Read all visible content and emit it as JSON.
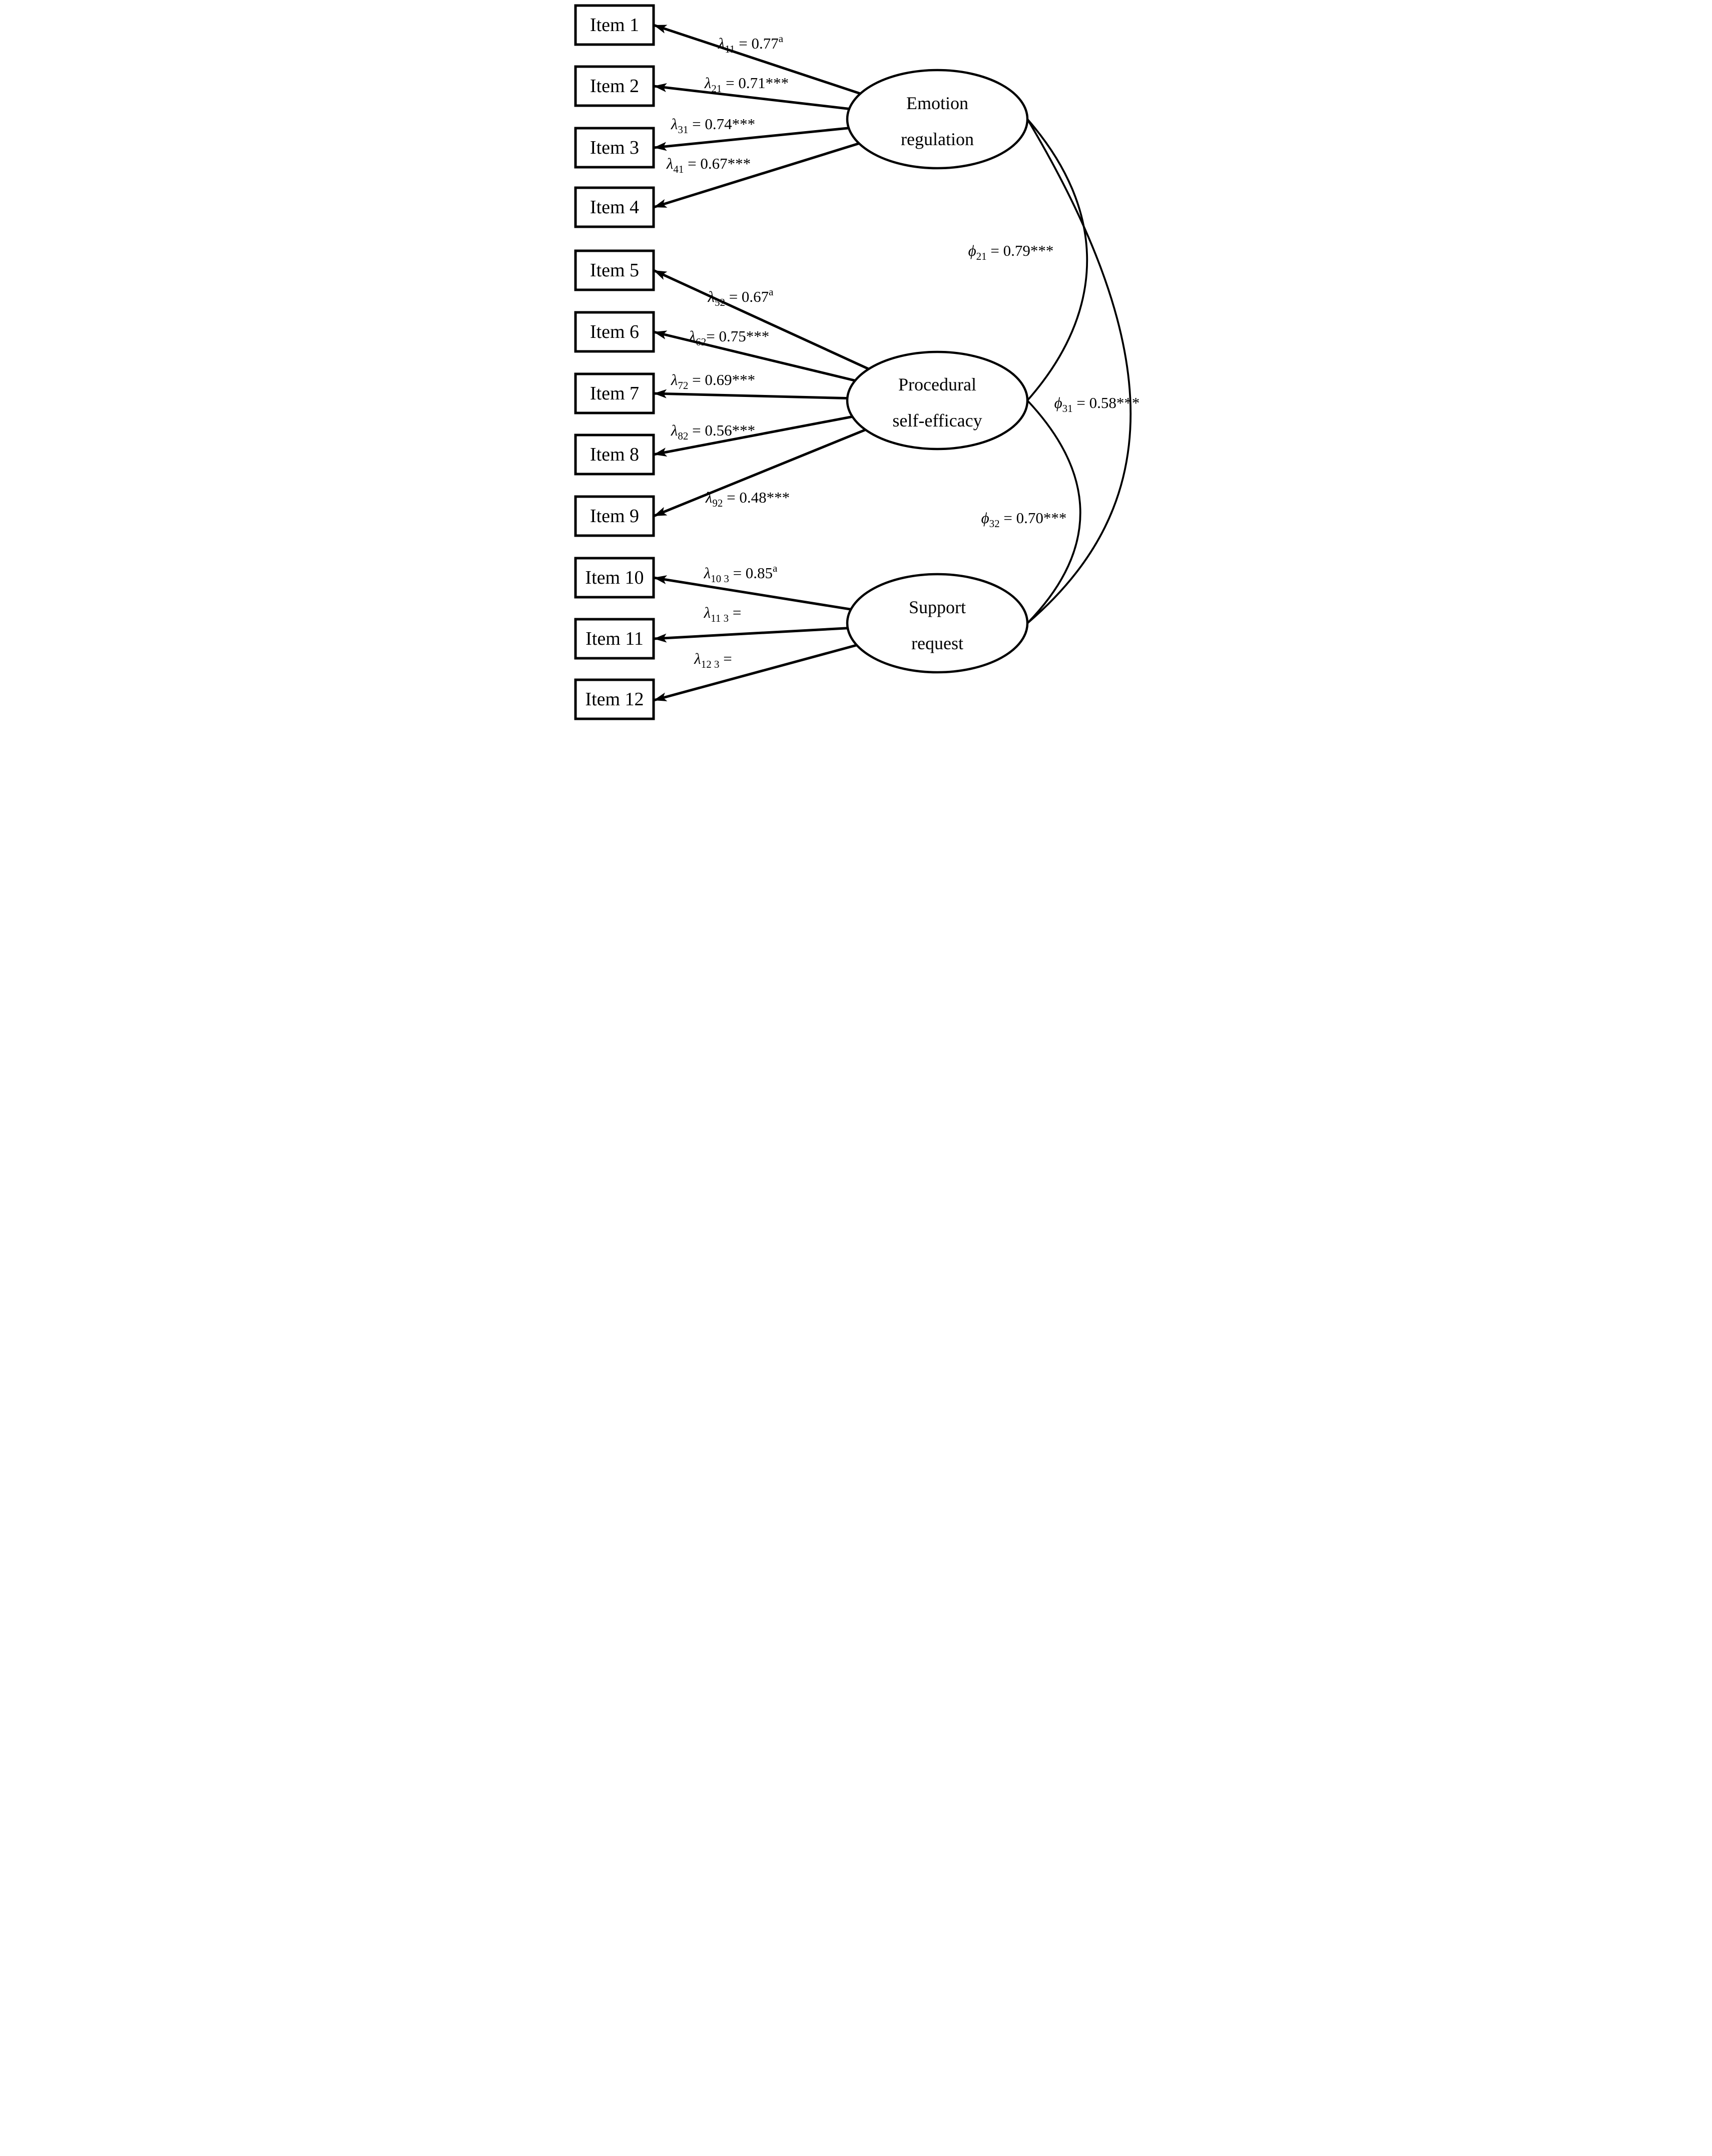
{
  "figure": {
    "type": "sem-path-diagram",
    "background": "#ffffff",
    "line_color": "#000000"
  },
  "items": [
    {
      "label": "Item 1"
    },
    {
      "label": "Item 2"
    },
    {
      "label": "Item 3"
    },
    {
      "label": "Item 4"
    },
    {
      "label": "Item 5"
    },
    {
      "label": "Item 6"
    },
    {
      "label": "Item 7"
    },
    {
      "label": "Item 8"
    },
    {
      "label": "Item 9"
    },
    {
      "label": "Item 10"
    },
    {
      "label": "Item 11"
    },
    {
      "label": "Item 12"
    }
  ],
  "factors": [
    {
      "name": "Emotion regulation",
      "line1": "Emotion",
      "line2": "regulation"
    },
    {
      "name": "Procedural self-efficacy",
      "line1": "Procedural",
      "line2": "self-efficacy"
    },
    {
      "name": "Support request",
      "line1": "Support",
      "line2": "request"
    }
  ],
  "loadings": [
    {
      "symbol": "λ",
      "sub": "11",
      "eq": " = 0.77",
      "sup": "a"
    },
    {
      "symbol": "λ",
      "sub": "21",
      "eq": " = 0.71***",
      "sup": ""
    },
    {
      "symbol": "λ",
      "sub": "31",
      "eq": " = 0.74***",
      "sup": ""
    },
    {
      "symbol": "λ",
      "sub": "41",
      "eq": " = 0.67***",
      "sup": ""
    },
    {
      "symbol": "λ",
      "sub": "52",
      "eq": " = 0.67",
      "sup": "a"
    },
    {
      "symbol": "λ",
      "sub": "62",
      "eq": "= 0.75***",
      "sup": ""
    },
    {
      "symbol": "λ",
      "sub": "72",
      "eq": " = 0.69***",
      "sup": ""
    },
    {
      "symbol": "λ",
      "sub": "82",
      "eq": " = 0.56***",
      "sup": ""
    },
    {
      "symbol": "λ",
      "sub": "92",
      "eq": " = 0.48***",
      "sup": ""
    },
    {
      "symbol": "λ",
      "sub": "10 3",
      "eq": " = 0.85",
      "sup": "a"
    },
    {
      "symbol": "λ",
      "sub": "11 3",
      "eq": " =",
      "sup": ""
    },
    {
      "symbol": "λ",
      "sub": "12 3",
      "eq": " =",
      "sup": ""
    }
  ],
  "correlations": [
    {
      "symbol": "ϕ",
      "sub": "21",
      "eq": " = 0.79***"
    },
    {
      "symbol": "ϕ",
      "sub": "31",
      "eq": " = 0.58***"
    },
    {
      "symbol": "ϕ",
      "sub": "32",
      "eq": " = 0.70***"
    }
  ]
}
